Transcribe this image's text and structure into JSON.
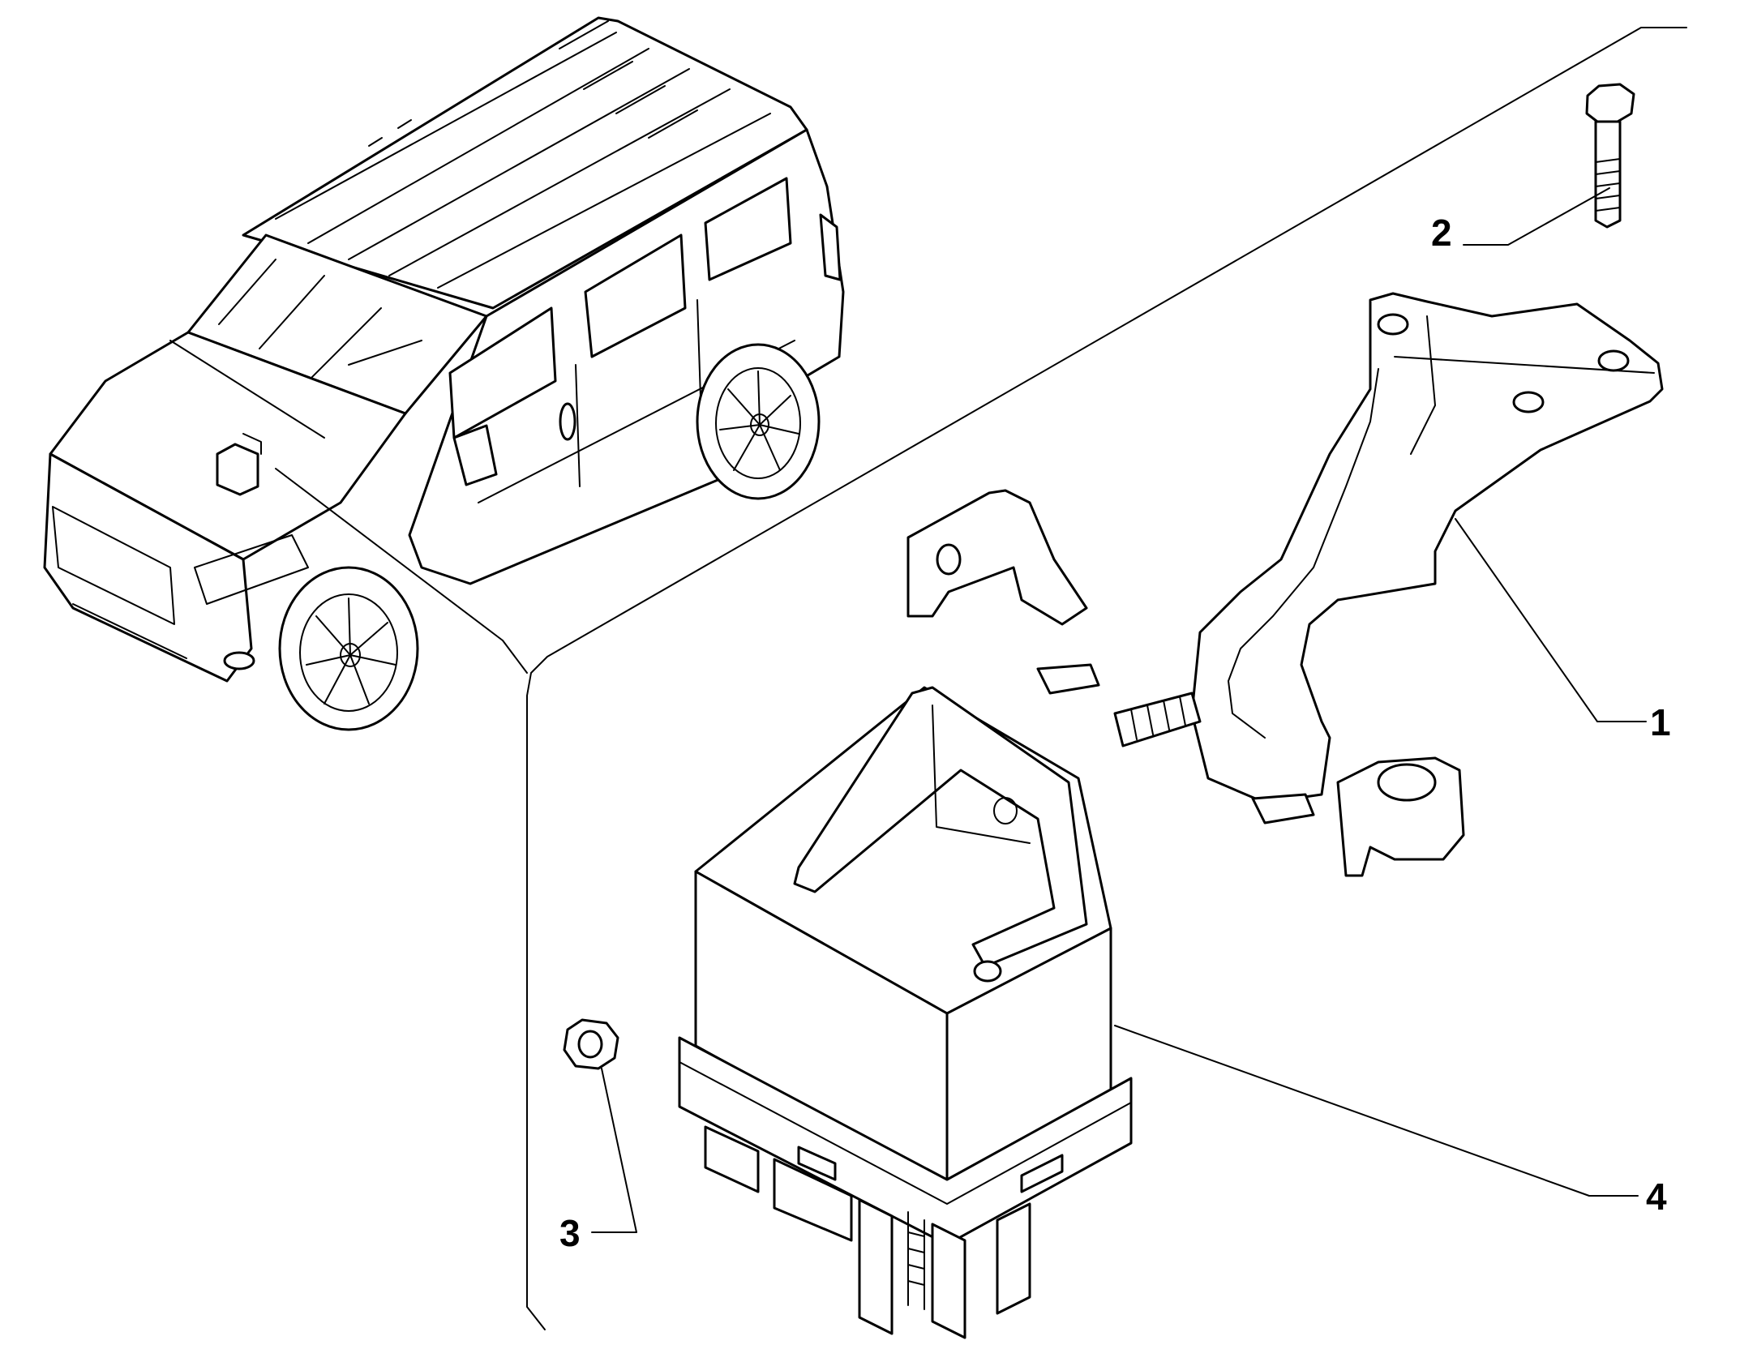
{
  "callouts": {
    "c1": "1",
    "c2": "2",
    "c3": "3",
    "c4": "4"
  },
  "parts": [
    {
      "ref": "1",
      "icon": "mounting-bracket"
    },
    {
      "ref": "2",
      "icon": "hex-bolt"
    },
    {
      "ref": "3",
      "icon": "hex-nut"
    },
    {
      "ref": "4",
      "icon": "relay"
    }
  ],
  "overview": {
    "icon": "van-outline"
  }
}
